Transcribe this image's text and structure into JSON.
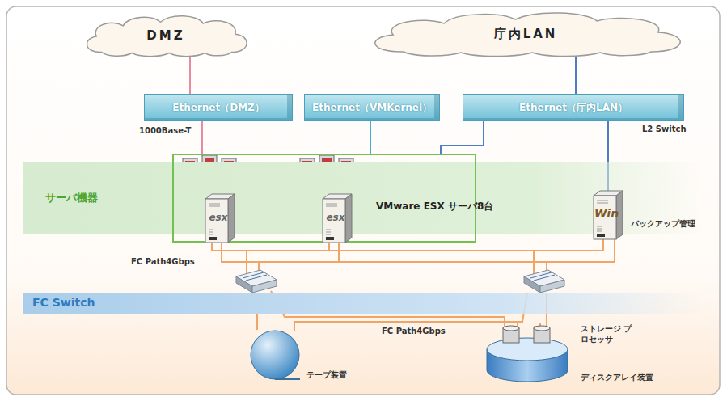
{
  "diagram": {
    "nodes": [
      {
        "text": [
          "DMZ"
        ]
      },
      {
        "text": [
          "庁内LAN"
        ]
      },
      {
        "text": [
          "Ethernet（DMZ）"
        ]
      },
      {
        "text": [
          "Ethernet（VMKernel）"
        ]
      },
      {
        "text": [
          "Ethernet（庁内LAN）"
        ]
      },
      {
        "text": [
          "サーバ機器"
        ]
      },
      {
        "text": [
          "VMware ESX サーバ8台"
        ],
        "in": 5
      },
      {
        "text": [
          "esx"
        ],
        "in": 6
      },
      {
        "text": [
          "esx"
        ],
        "in": 6
      },
      {
        "text": [
          "Win",
          "バックアップ管理"
        ],
        "in": 5
      },
      {
        "text": [
          "FC Switch"
        ]
      },
      {
        "text": [
          "テープ装置"
        ]
      },
      {
        "text": [
          "ストレージ プロセッサ",
          "ディスクアレイ装置"
        ]
      }
    ],
    "edges": [
      {
        "from": 0,
        "to": 2,
        "arrow": "none"
      },
      {
        "from": 1,
        "to": 4,
        "arrow": "none"
      },
      {
        "from": 2,
        "to": 6,
        "arrow": "none"
      },
      {
        "from": 3,
        "to": 6,
        "arrow": "none"
      },
      {
        "from": 4,
        "to": 6,
        "arrow": "none"
      },
      {
        "from": 4,
        "to": 9,
        "arrow": "none"
      }
    ],
    "labels": [
      "1000Base-T",
      "L2 Switch",
      "FC Path4Gbps",
      "FC Path4Gbps"
    ]
  }
}
